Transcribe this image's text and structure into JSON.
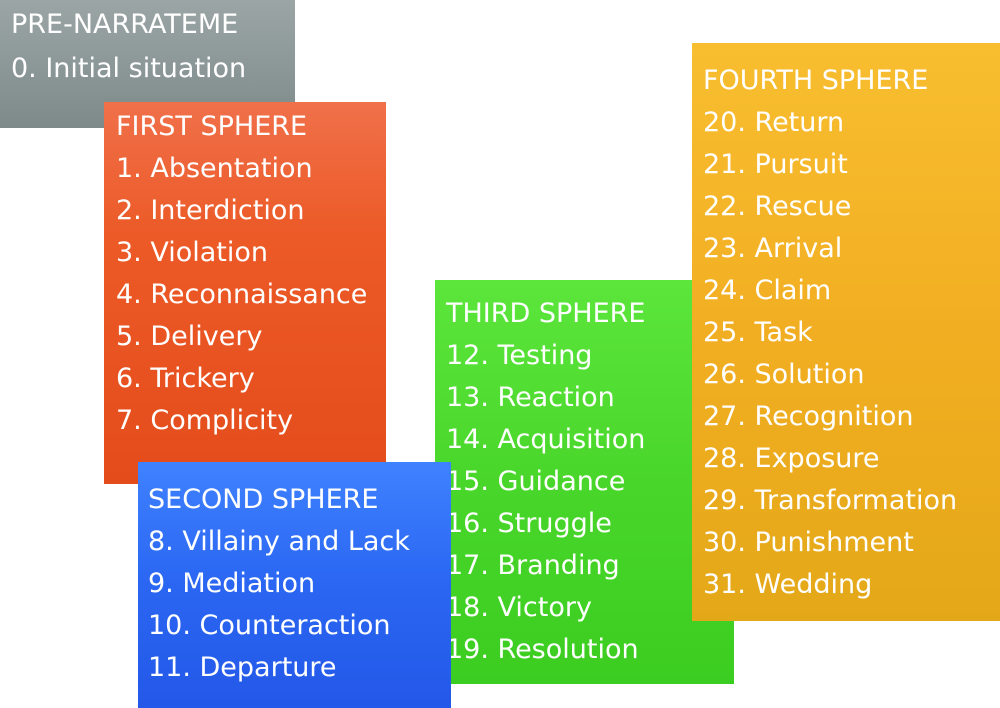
{
  "colors": {
    "pre": "#8a9596",
    "first": "#e8531f",
    "second": "#2b63f0",
    "third": "#4ad22c",
    "fourth": "#f2b022"
  },
  "pre": {
    "title": "PRE-NARRATEME",
    "items": [
      "0. Initial situation"
    ]
  },
  "first": {
    "title": "FIRST SPHERE",
    "items": [
      "1. Absentation",
      "2. Interdiction",
      "3. Violation",
      "4. Reconnaissance",
      "5. Delivery",
      "6. Trickery",
      "7. Complicity"
    ]
  },
  "second": {
    "title": "SECOND SPHERE",
    "items": [
      "8. Villainy and Lack",
      "9. Mediation",
      "10. Counteraction",
      "11. Departure"
    ]
  },
  "third": {
    "title": "THIRD SPHERE",
    "items": [
      "12. Testing",
      "13. Reaction",
      "14. Acquisition",
      "15. Guidance",
      "16. Struggle",
      "17. Branding",
      "18. Victory",
      "19. Resolution"
    ]
  },
  "fourth": {
    "title": "FOURTH SPHERE",
    "items": [
      "20. Return",
      "21. Pursuit",
      "22. Rescue",
      "23. Arrival",
      "24. Claim",
      "25. Task",
      "26. Solution",
      "27. Recognition",
      "28. Exposure",
      "29. Transformation",
      "30. Punishment",
      "31. Wedding"
    ]
  }
}
